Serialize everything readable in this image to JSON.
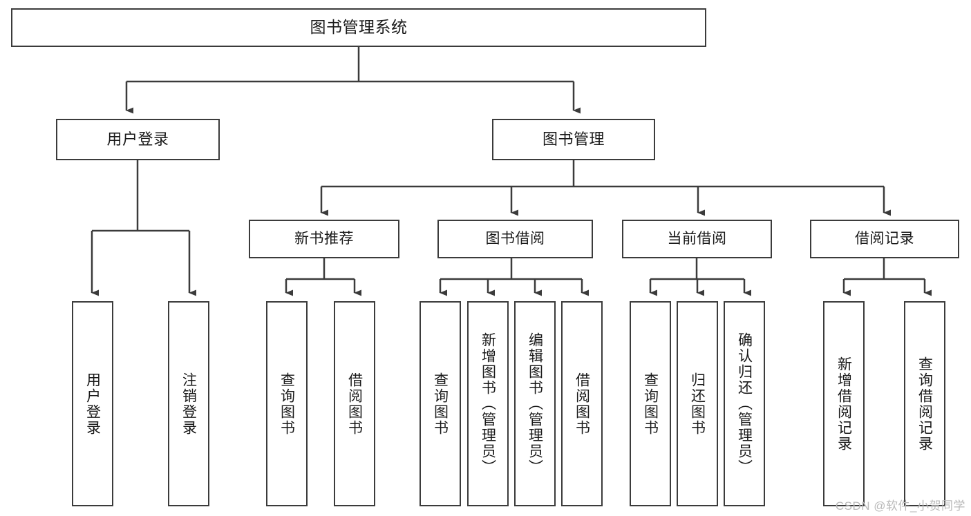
{
  "diagram": {
    "title": "图书管理系统",
    "root": {
      "label": "图书管理系统"
    },
    "level2": [
      {
        "label": "用户登录"
      },
      {
        "label": "图书管理"
      }
    ],
    "level3": [
      {
        "label": "新书推荐"
      },
      {
        "label": "图书借阅"
      },
      {
        "label": "当前借阅"
      },
      {
        "label": "借阅记录"
      }
    ],
    "leaves": [
      {
        "label": "用户登录"
      },
      {
        "label": "注销登录"
      },
      {
        "label": "查询图书"
      },
      {
        "label": "借阅图书"
      },
      {
        "label": "查询图书"
      },
      {
        "label": "新增图书（管理员）"
      },
      {
        "label": "编辑图书（管理员）"
      },
      {
        "label": "借阅图书"
      },
      {
        "label": "查询图书"
      },
      {
        "label": "归还图书"
      },
      {
        "label": "确认归还（管理员）"
      },
      {
        "label": "新增借阅记录"
      },
      {
        "label": "查询借阅记录"
      }
    ]
  },
  "watermark": {
    "text": "CSDN @软件_小贺同学"
  },
  "colors": {
    "stroke": "#3b3b3b",
    "box_fill": "#ffffff",
    "text": "#1a1a1a",
    "watermark": "#b9b9b9",
    "background": "#ffffff"
  }
}
